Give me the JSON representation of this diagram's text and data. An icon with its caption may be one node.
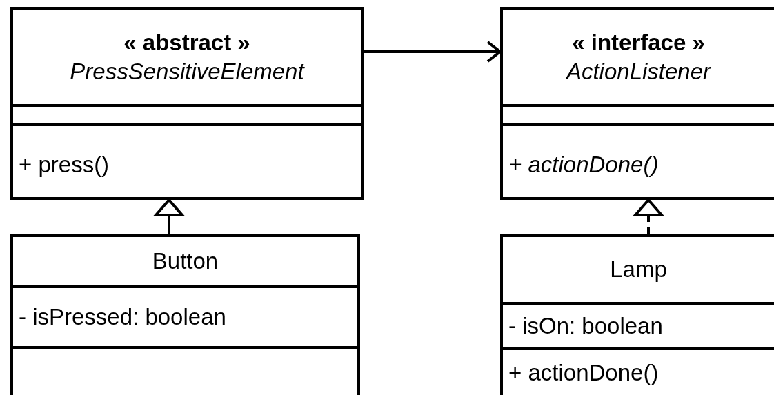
{
  "diagram": {
    "nodes": [
      {
        "text": [
          "« abstract »",
          "PressSensitiveElement",
          "+ press()"
        ]
      },
      {
        "text": [
          "« interface »",
          "ActionListener",
          "+ actionDone()"
        ]
      },
      {
        "text": [
          "Button",
          "- isPressed: boolean"
        ]
      },
      {
        "text": [
          "Lamp",
          "- isOn: boolean",
          "+ actionDone()"
        ]
      }
    ],
    "edges": [
      {
        "from": 0,
        "to": 1,
        "arrow": "to"
      },
      {
        "from": 2,
        "to": 0,
        "arrow": "to"
      },
      {
        "from": 3,
        "to": 1,
        "arrow": "to",
        "style": "dashed"
      }
    ]
  }
}
